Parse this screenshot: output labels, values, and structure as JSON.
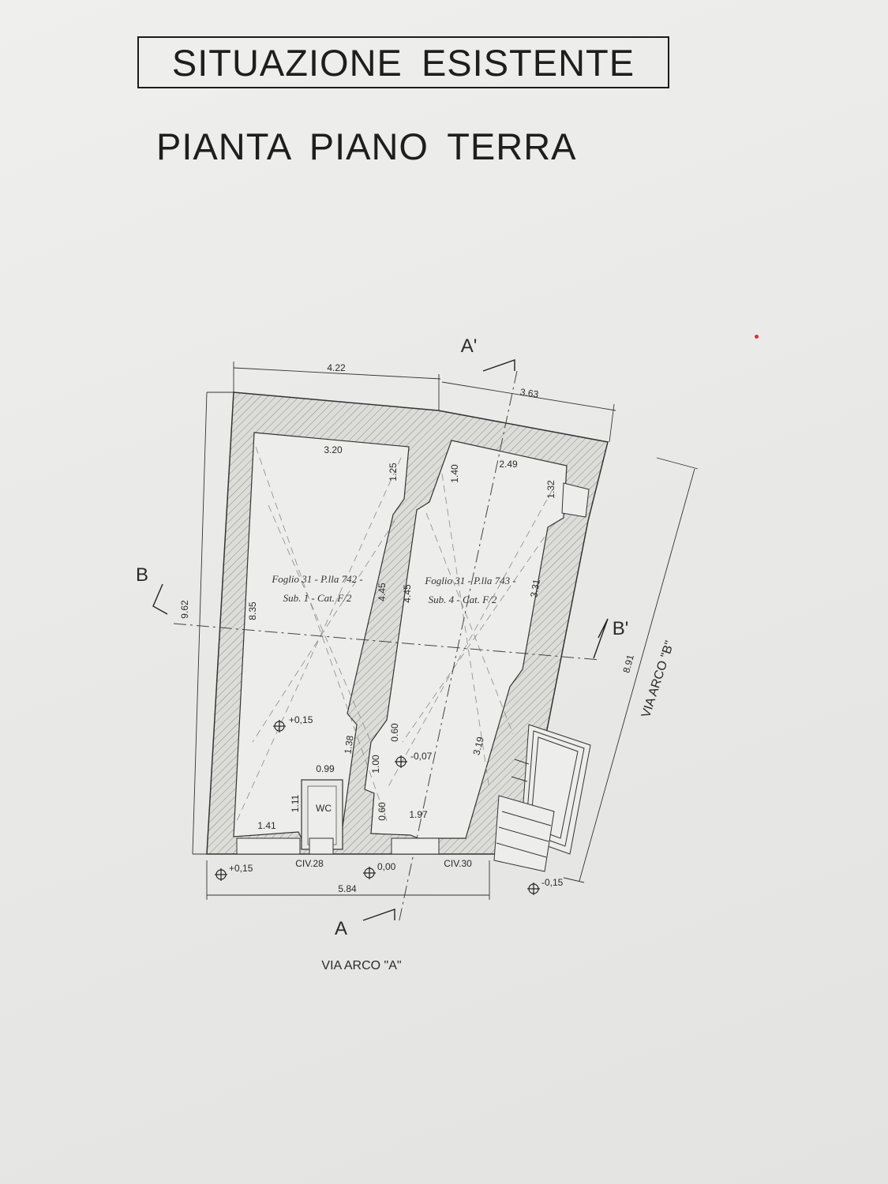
{
  "header": {
    "title": "SITUAZIONE ESISTENTE",
    "subtitle": "PIANTA PIANO TERRA"
  },
  "plan": {
    "unit_left": {
      "line1": "Foglio 31 - P.lla 742 -",
      "line2": "Sub. 1 - Cat. F/2"
    },
    "unit_right": {
      "line1": "Foglio 31 - P.lla 743 -",
      "line2": "Sub. 4 - Cat. F/2"
    },
    "wc_label": "WC",
    "civic_left": "CIV.28",
    "civic_right": "CIV.30",
    "street_bottom": "VIA ARCO \"A\"",
    "street_right": "VIA ARCO \"B\"",
    "section_a": "A",
    "section_a_prime": "A'",
    "section_b": "B",
    "section_b_prime": "B'",
    "dimensions": {
      "top_left": "4.22",
      "top_right": "3.63",
      "room_left_width": "3.20",
      "room_right_width": "2.49",
      "left_height": "9.62",
      "right_height": "8.91",
      "bottom_width": "5.84",
      "room_left_height": "8.35",
      "wall_a": "4.45",
      "wall_b": "4.45",
      "wall_c": "1.25",
      "wall_d": "1.40",
      "wall_e": "1.32",
      "wall_f": "3.31",
      "wall_g": "1.38",
      "wall_h": "0.60",
      "wall_i": "1.00",
      "wall_j": "0.60",
      "wall_k": "3.19",
      "wc_width": "0.99",
      "wc_height": "1.11",
      "door_left": "1.41",
      "door_right": "1.97"
    },
    "levels": {
      "room_left": "+0,15",
      "room_right": "-0,07",
      "outside_left": "+0,15",
      "outside_center": "0,00",
      "outside_right": "-0,15"
    }
  }
}
